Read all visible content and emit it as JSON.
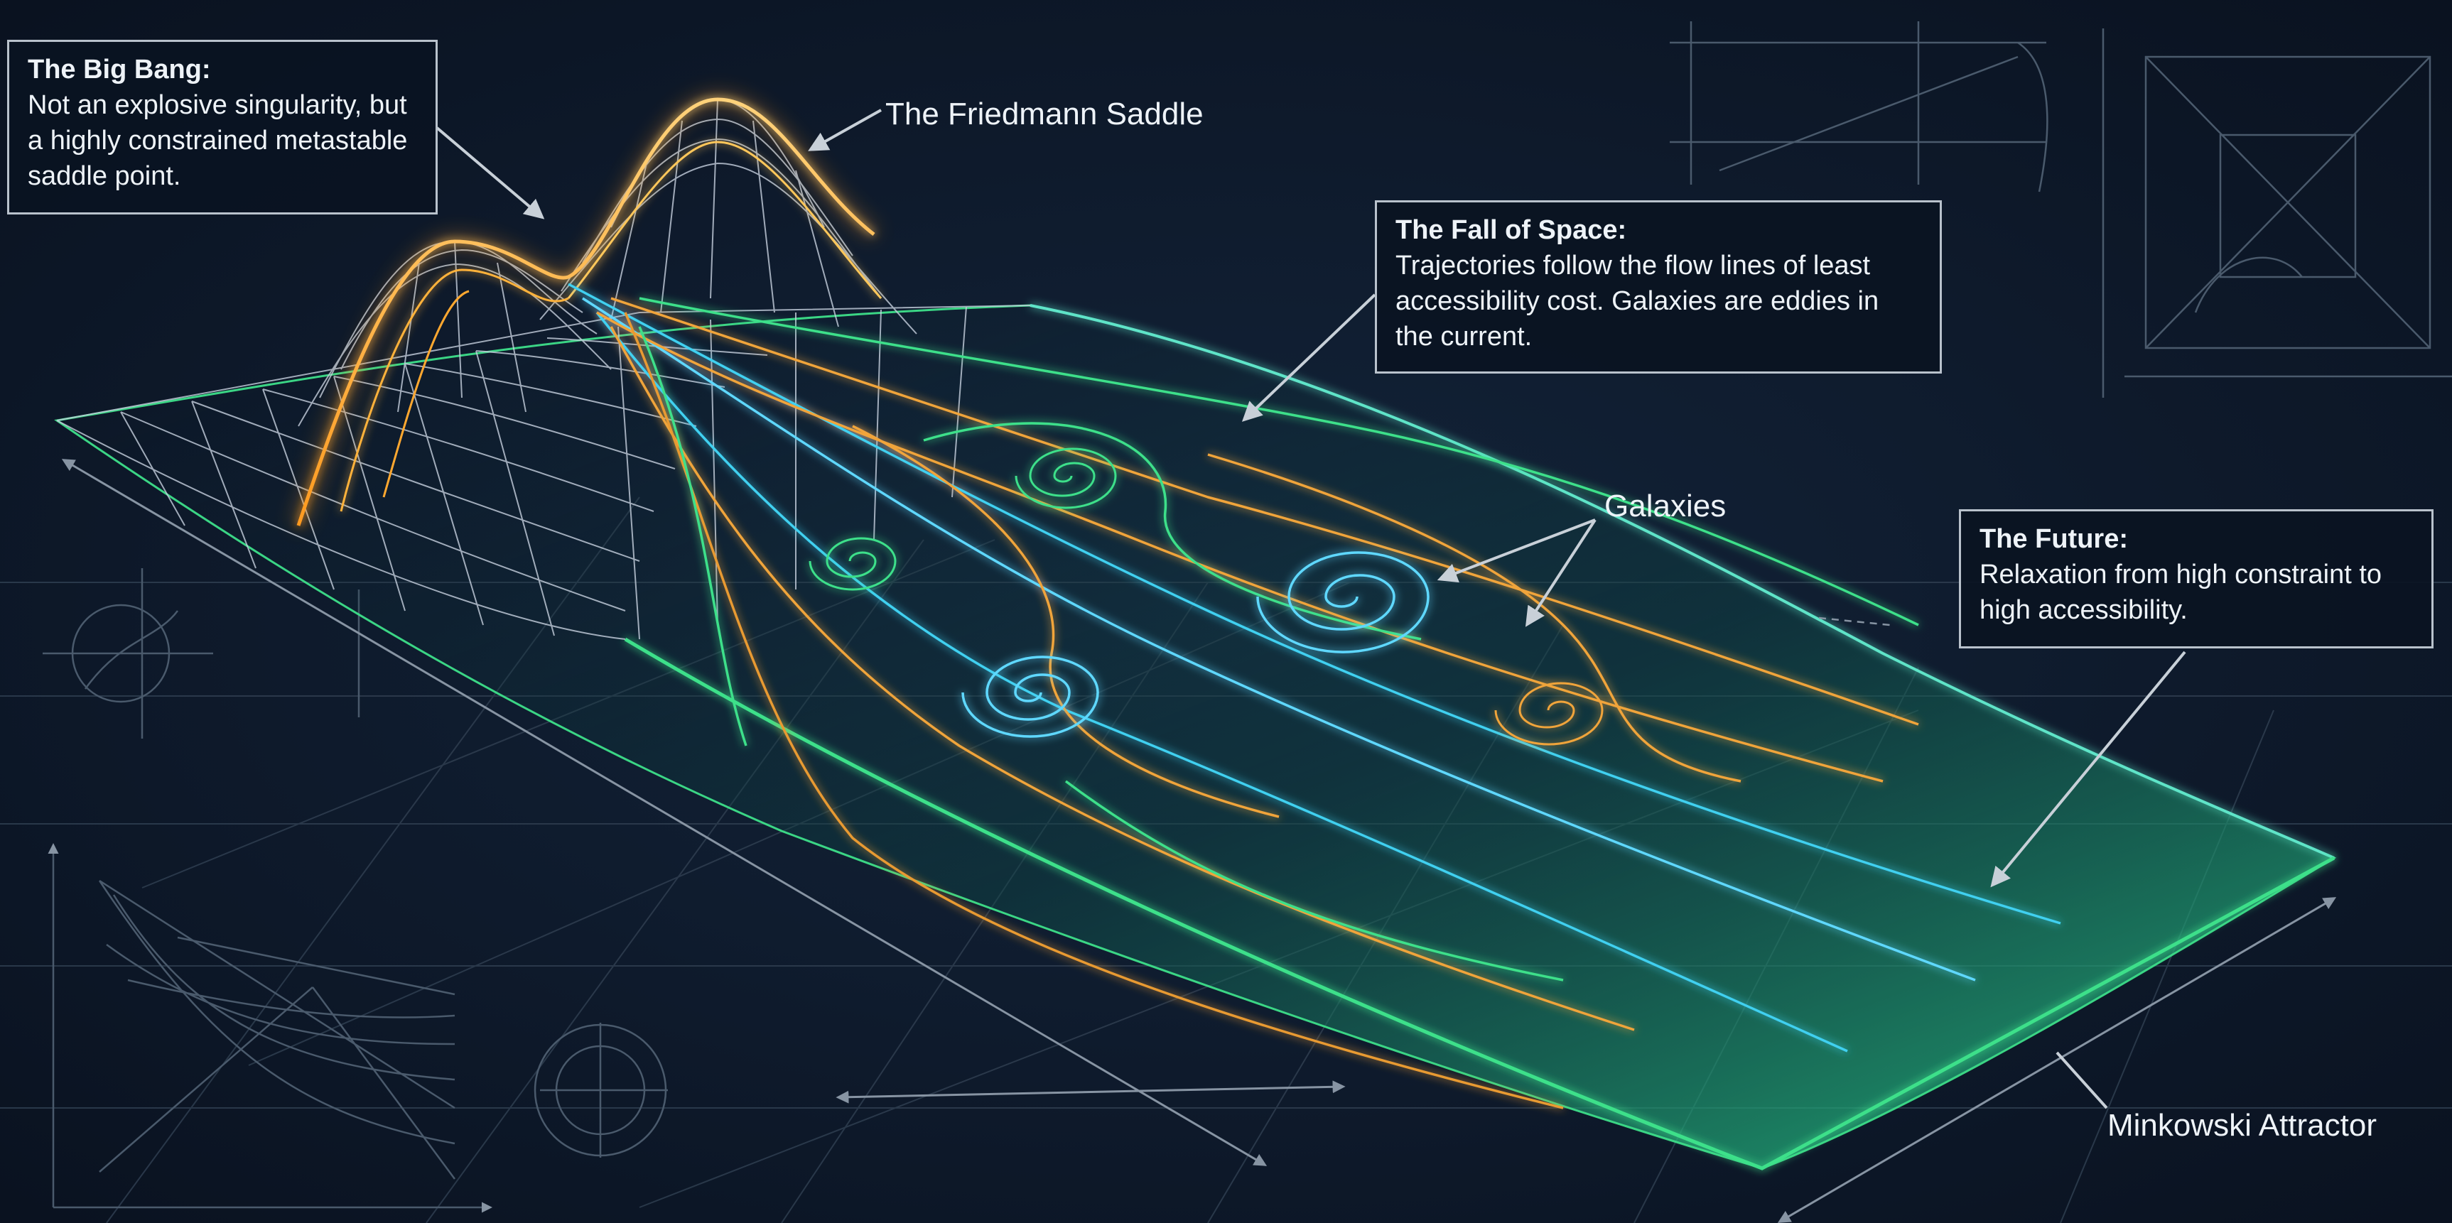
{
  "colors": {
    "background": "#0c1524",
    "grid": "#3a4a5c",
    "peak_warm": "#ffb23a",
    "mesh": "#cfd8e6",
    "stream_orange": "#f0a43a",
    "stream_cyan": "#3fd0f0",
    "stream_green": "#3ee08a",
    "callout_border": "#b9c2cc",
    "text": "#eef3f8"
  },
  "callouts": {
    "big_bang": {
      "title": "The Big Bang:",
      "body": "Not an explosive singularity, but a highly constrained metastable saddle point."
    },
    "fall_of_space": {
      "title": "The Fall of Space:",
      "body": "Trajectories follow the flow lines of least accessibility cost. Galaxies are eddies in the current."
    },
    "future": {
      "title": "The Future:",
      "body": "Relaxation from high constraint to high accessibility."
    }
  },
  "labels": {
    "friedmann_saddle": "The Friedmann Saddle",
    "galaxies": "Galaxies",
    "minkowski_attractor": "Minkowski Attractor"
  }
}
